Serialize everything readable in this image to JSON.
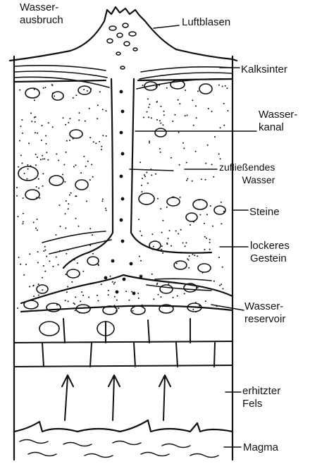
{
  "labels": {
    "wasserausbruch": "Wasser-\nausbruch",
    "luftblasen": "Luftblasen",
    "kalksinter": "Kalksinter",
    "wasserkanal": "Wasser-\nkanal",
    "zufliessendes_wasser": "zufließendes\nWasser",
    "steine": "Steine",
    "lockeres_gestein": "lockeres\nGestein",
    "wasserreservoir": "Wasser-\nreservoir",
    "erhitzter_fels": "erhitzter\nFels",
    "magma": "Magma"
  },
  "colors": {
    "ink": "#111111",
    "paper": "#ffffff"
  }
}
